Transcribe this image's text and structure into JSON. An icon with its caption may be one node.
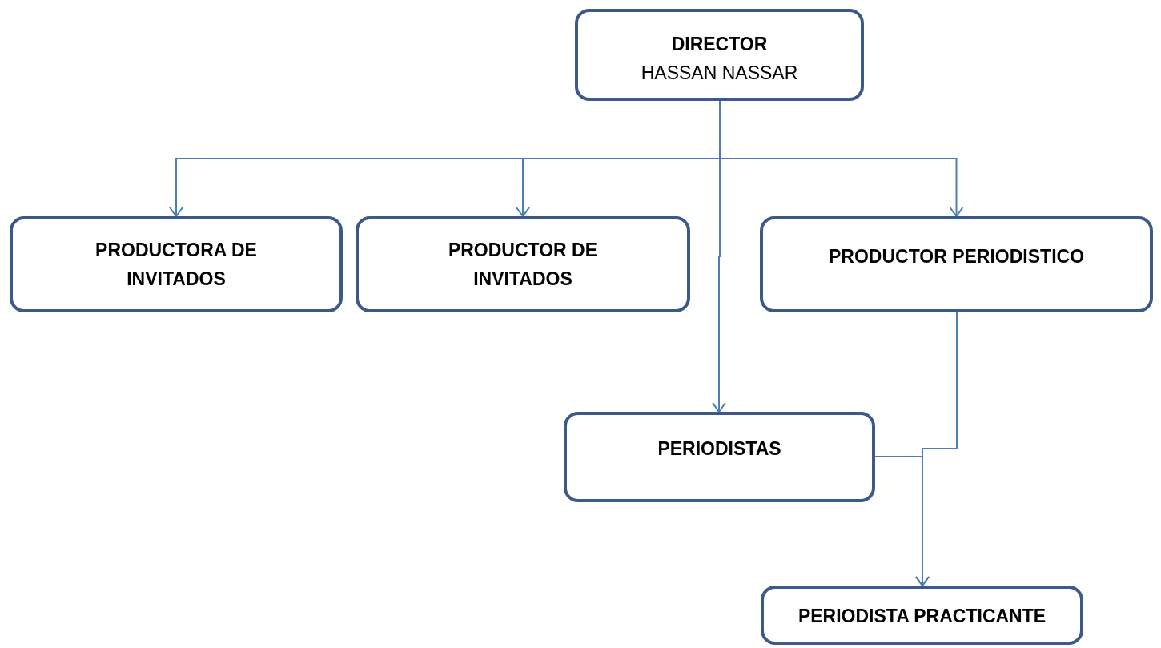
{
  "diagram": {
    "nodes": [
      {
        "text": [
          "DIRECTOR",
          "HASSAN NASSAR"
        ]
      },
      {
        "text": [
          "PRODUCTORA DE INVITADOS"
        ]
      },
      {
        "text": [
          "PRODUCTOR DE INVITADOS"
        ]
      },
      {
        "text": [
          "PRODUCTOR PERIODISTICO"
        ]
      },
      {
        "text": [
          "PERIODISTAS"
        ]
      },
      {
        "text": [
          "PERIODISTA PRACTICANTE"
        ]
      }
    ],
    "edges": [
      {
        "from": 0,
        "to": 1,
        "arrow": "to"
      },
      {
        "from": 0,
        "to": 2,
        "arrow": "to"
      },
      {
        "from": 0,
        "to": 4,
        "arrow": "to"
      },
      {
        "from": 0,
        "to": 3,
        "arrow": "to"
      },
      {
        "from": 3,
        "to": 5,
        "arrow": "to"
      },
      {
        "from": 4,
        "to": 5,
        "arrow": "to"
      }
    ]
  }
}
